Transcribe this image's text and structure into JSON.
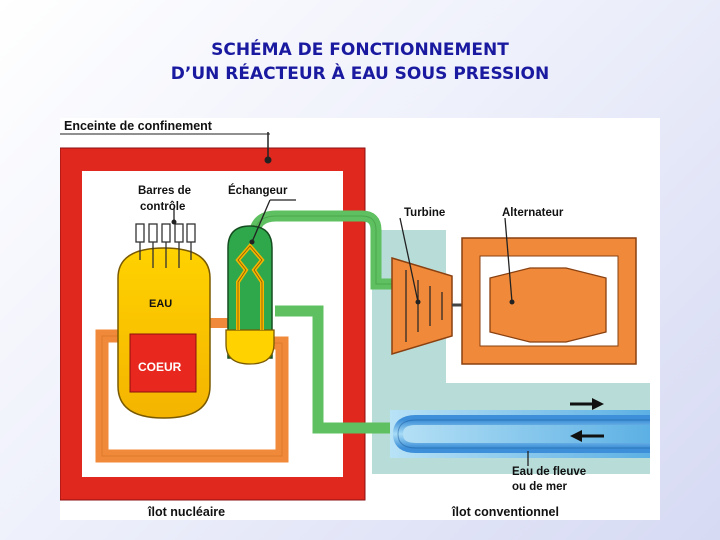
{
  "title": {
    "line1": "SCHÉMA DE FONCTIONNEMENT",
    "line2": "D’UN RÉACTEUR À EAU SOUS PRESSION"
  },
  "labels": {
    "containment": "Enceinte de confinement",
    "control_rods_line1": "Barres de",
    "control_rods_line2": "contrôle",
    "exchanger": "Échangeur",
    "turbine": "Turbine",
    "alternator": "Alternateur",
    "water": "EAU",
    "core": "COEUR",
    "river_line1": "Eau de fleuve",
    "river_line2": "ou de mer",
    "nuclear_island": "îlot nucléaire",
    "conventional_island": "îlot conventionnel"
  },
  "colors": {
    "title": "#1a1aa0",
    "containment": "#e0281e",
    "primary_loop": "#f08a3a",
    "reactor_water": "#ffd200",
    "core": "#e8281e",
    "steam_generator": "#2ea84a",
    "secondary_loop": "#5ec060",
    "turbine_building": "#b8dcd8",
    "alternator": "#f08a3a",
    "cooling_water": "#6cb8e8"
  }
}
